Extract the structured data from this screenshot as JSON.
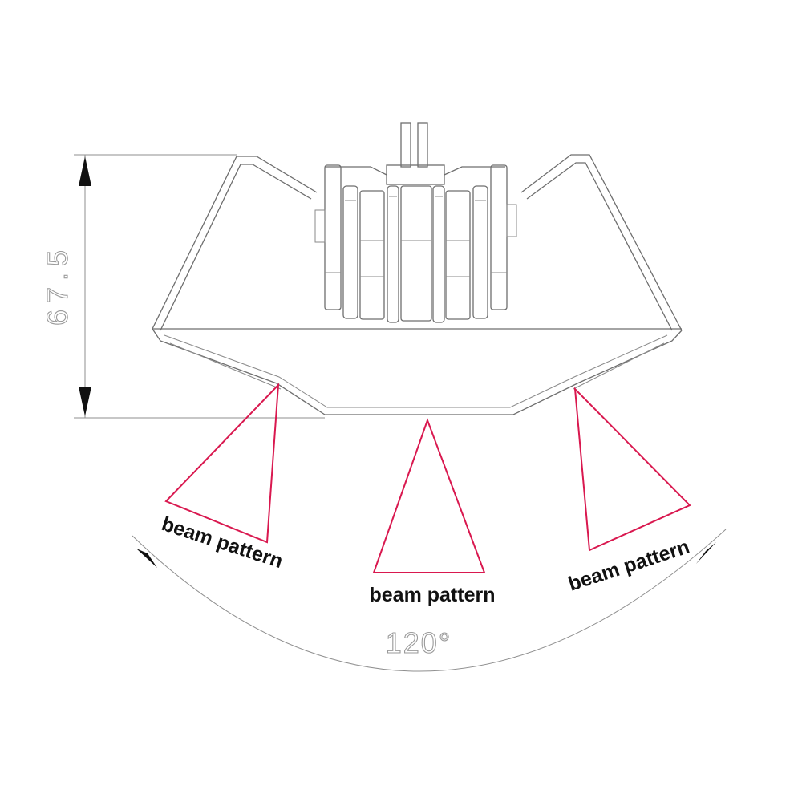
{
  "dimension_height": "67.5",
  "angle_label": "120°",
  "beam_labels": [
    "beam pattern",
    "beam pattern",
    "beam pattern"
  ],
  "colors": {
    "beam_outline": "#d9184f",
    "drawing_lines": "#6e6e6e",
    "dimension_lines": "#8f8f8f",
    "label_text": "#111111"
  }
}
